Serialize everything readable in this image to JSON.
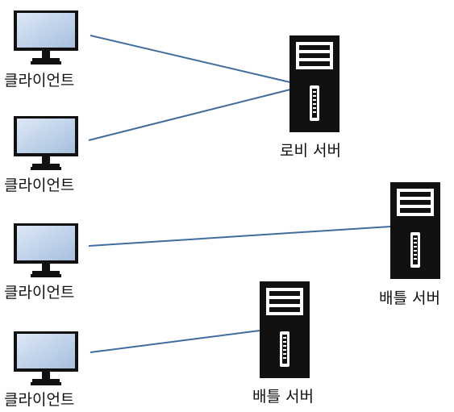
{
  "diagram": {
    "clients": [
      {
        "label": "클라이언트"
      },
      {
        "label": "클라이언트"
      },
      {
        "label": "클라이언트"
      },
      {
        "label": "클라이언트"
      }
    ],
    "servers": [
      {
        "label": "로비 서버"
      },
      {
        "label": "배틀 서버"
      },
      {
        "label": "배틀 서버"
      }
    ],
    "colors": {
      "connection_line": "#3f6e9e",
      "monitor_frame": "#111111",
      "monitor_screen_top": "#d9e6f5",
      "monitor_screen_bottom": "#a8c0de",
      "server_body": "#111111",
      "server_panel": "#ffffff"
    },
    "icons": {
      "client": "desktop-monitor-icon",
      "server": "server-tower-icon"
    }
  }
}
